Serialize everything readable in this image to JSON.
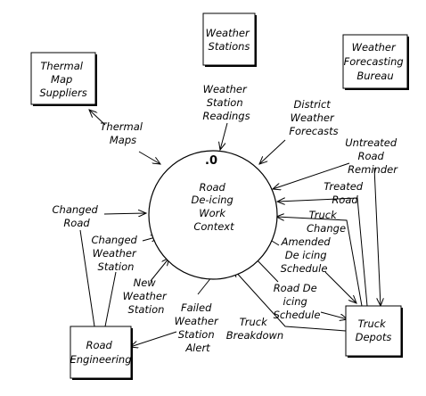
{
  "process": {
    "number": ".0",
    "lines": [
      "Road",
      "De-icing",
      "Work",
      "Context"
    ]
  },
  "entities": {
    "weather_stations": [
      "Weather",
      "Stations"
    ],
    "thermal_map_suppliers": [
      "Thermal",
      "Map",
      "Suppliers"
    ],
    "forecasting_bureau": [
      "Weather",
      "Forecasting",
      "Bureau"
    ],
    "truck_depots": [
      "Truck",
      "Depots"
    ],
    "road_engineering": [
      "Road",
      "Engineering"
    ]
  },
  "flows": {
    "weather_station_readings": [
      "Weather",
      "Station",
      "Readings"
    ],
    "thermal_maps": [
      "Thermal",
      "Maps"
    ],
    "district_weather_forecasts": [
      "District",
      "Weather",
      "Forecasts"
    ],
    "untreated_road_reminder": [
      "Untreated",
      "Road",
      "Reminder"
    ],
    "treated_road": [
      "Treated",
      "Road"
    ],
    "truck_change": [
      "Truck",
      "Change"
    ],
    "amended_deicing_schedule": [
      "Amended",
      "De icing",
      "Schedule"
    ],
    "road_deicing_schedule": [
      "Road De",
      "icing",
      "Schedule"
    ],
    "truck_breakdown": [
      "Truck",
      "Breakdown"
    ],
    "failed_weather_station_alert": [
      "Failed",
      "Weather",
      "Station",
      "Alert"
    ],
    "new_weather_station": [
      "New",
      "Weather",
      "Station"
    ],
    "changed_weather_station": [
      "Changed",
      "Weather",
      "Station"
    ],
    "changed_road": [
      "Changed",
      "Road"
    ]
  }
}
